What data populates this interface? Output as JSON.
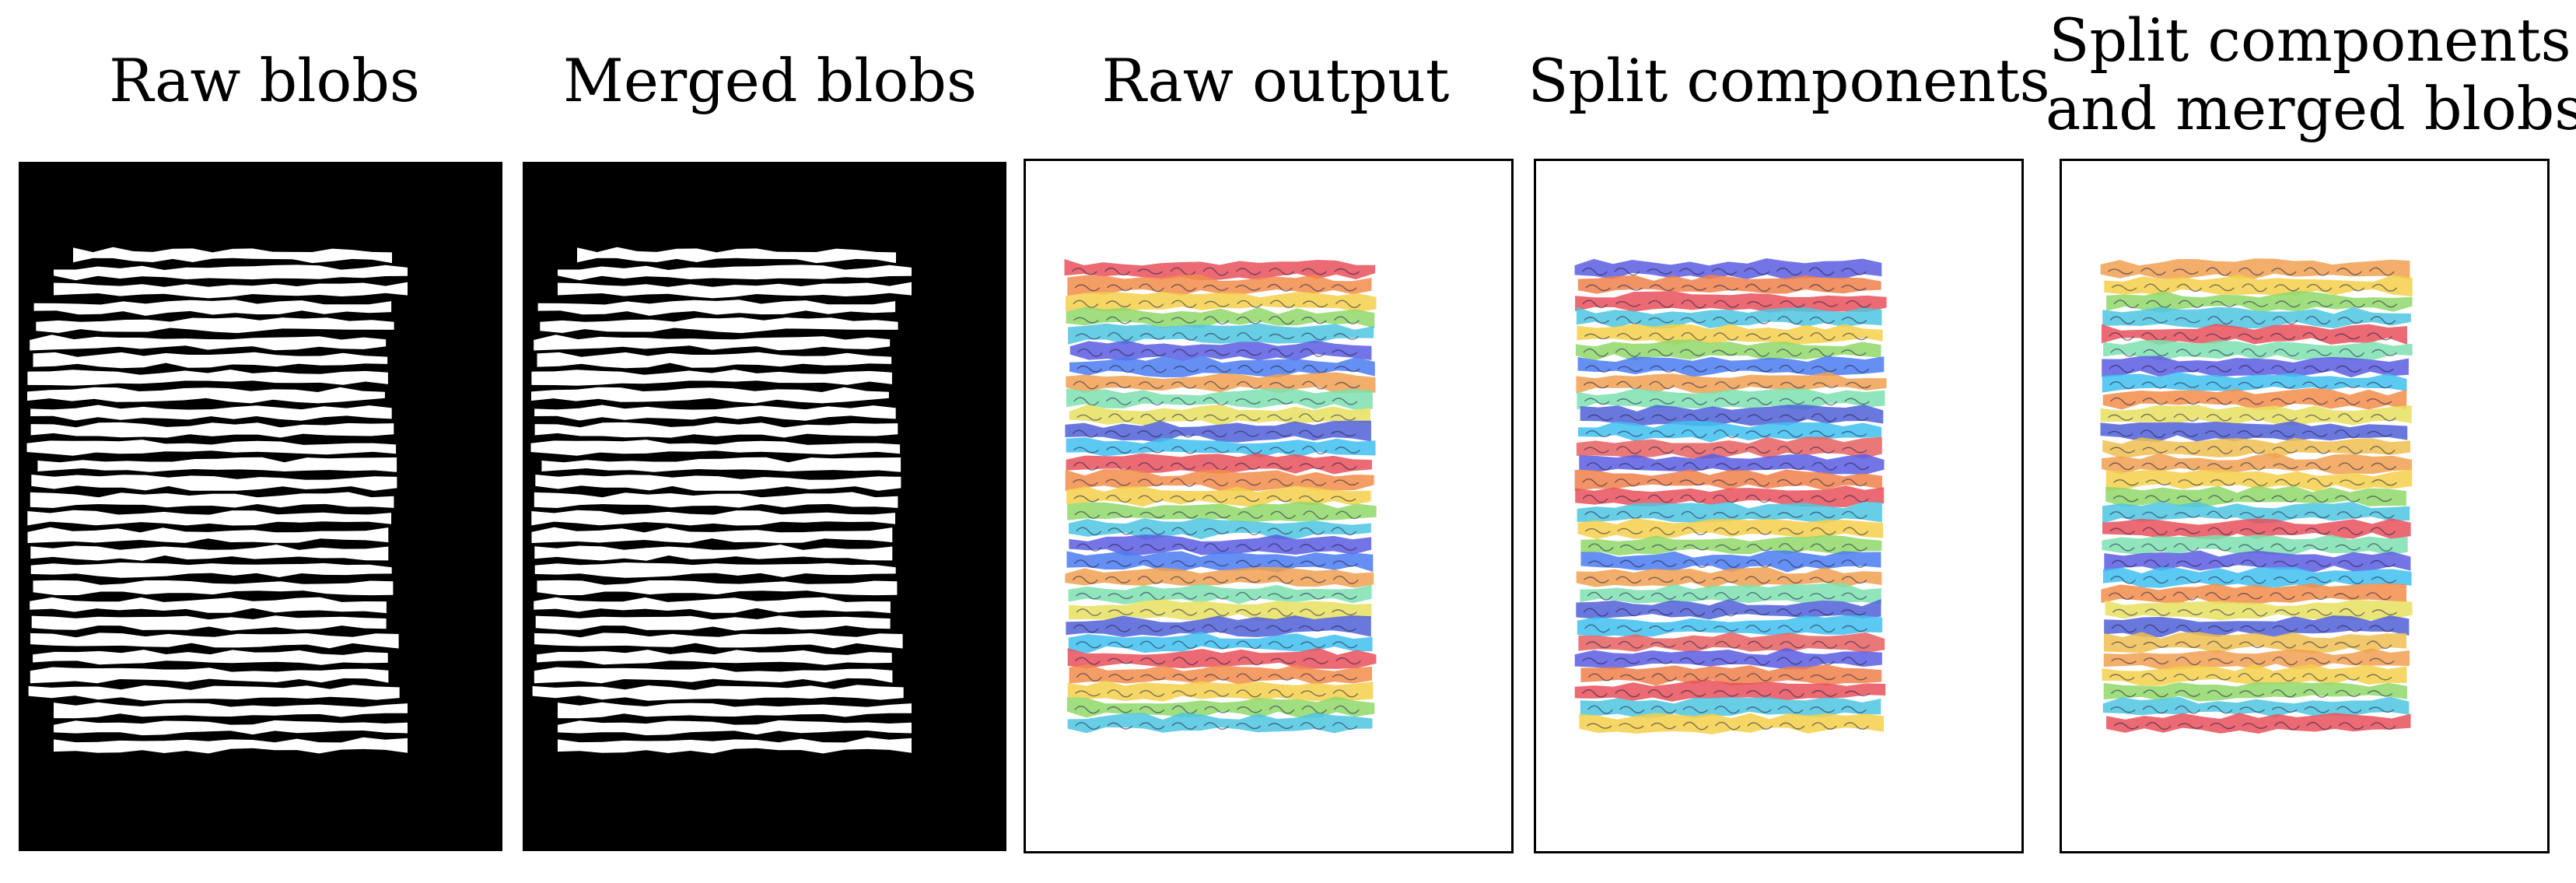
{
  "panels": [
    {
      "id": "raw-blobs",
      "title": [
        "Raw blobs"
      ],
      "background": "#000000"
    },
    {
      "id": "merged-blobs",
      "title": [
        "Merged blobs"
      ],
      "background": "#000000"
    },
    {
      "id": "raw-output",
      "title": [
        "Raw output"
      ],
      "background": "#ffffff"
    },
    {
      "id": "split-components",
      "title": [
        "Split components"
      ],
      "background": "#ffffff"
    },
    {
      "id": "split-merged",
      "title": [
        "Split components",
        "and merged blobs"
      ],
      "background": "#ffffff"
    }
  ],
  "blob_color": "#ffffff",
  "line_count": 29,
  "palettes": {
    "raw_output": [
      "#e8505b",
      "#f28c4a",
      "#f5d04a",
      "#8fd86a",
      "#4ec6e0",
      "#5a5ce0",
      "#4a7bf0",
      "#f0a050",
      "#7ee0b0",
      "#e8e060",
      "#5060d8",
      "#40c0f0"
    ],
    "split_components": [
      "#5a5ce0",
      "#f0804a",
      "#e8505b",
      "#4ec6e0",
      "#f5d04a",
      "#8fd86a",
      "#4a7bf0",
      "#f0a050",
      "#7ee0b0",
      "#5060d8",
      "#40c0f0",
      "#e86060"
    ],
    "split_merged": [
      "#f0a050",
      "#f5d04a",
      "#8fd86a",
      "#4ec6e0",
      "#e8505b",
      "#7ee0b0",
      "#5a5ce0",
      "#40c0f0",
      "#f28c4a",
      "#e8e060",
      "#5060d8",
      "#f0c050"
    ]
  }
}
